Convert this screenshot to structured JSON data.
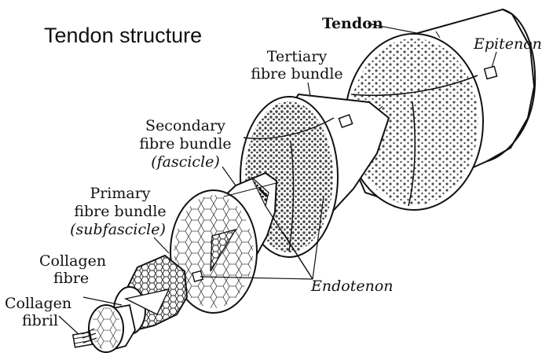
{
  "title": "Tendon structure",
  "labels": {
    "tendon": "Tendon",
    "epitenon": "Epitenon",
    "tertiary_line1": "Tertiary",
    "tertiary_line2": "fibre bundle",
    "secondary_line1": "Secondary",
    "secondary_line2": "fibre bundle",
    "secondary_line3": "(fascicle)",
    "primary_line1": "Primary",
    "primary_line2": "fibre bundle",
    "primary_line3": "(subfascicle)",
    "collagen_fibre_line1": "Collagen",
    "collagen_fibre_line2": "fibre",
    "collagen_fibril_line1": "Collagen",
    "collagen_fibril_line2": "fibril",
    "endotenon": "Endotenon"
  },
  "colors": {
    "ink": "#111111",
    "paper": "#ffffff"
  }
}
